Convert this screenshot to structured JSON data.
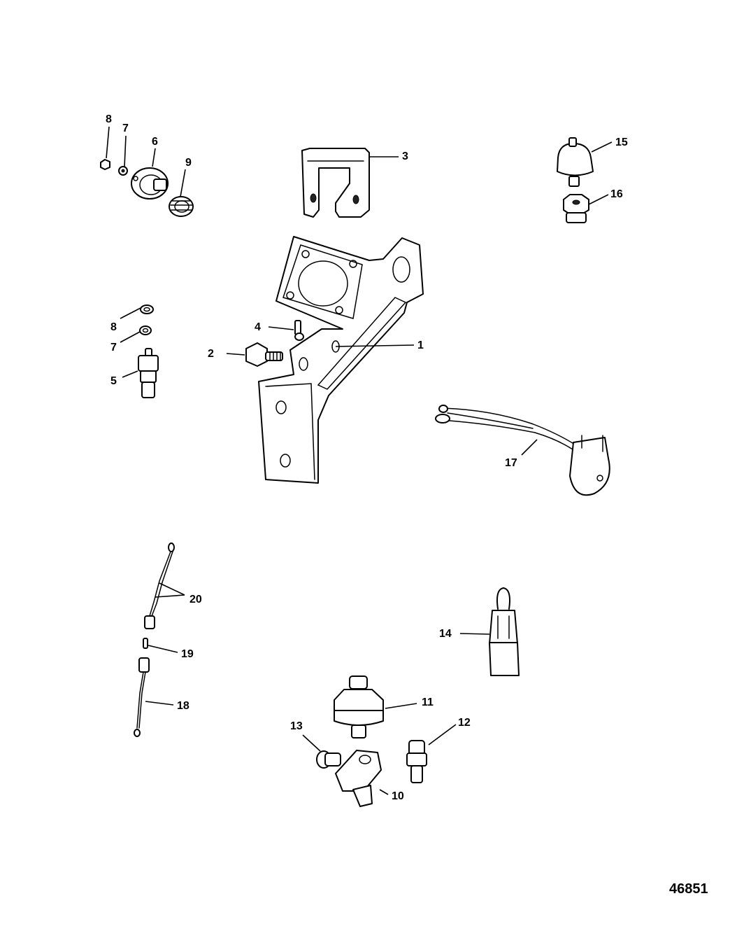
{
  "diagram": {
    "drawing_number": "46851",
    "callouts": {
      "c1": "1",
      "c2": "2",
      "c3": "3",
      "c4": "4",
      "c5": "5",
      "c6": "6",
      "c7a": "7",
      "c7b": "7",
      "c8a": "8",
      "c8b": "8",
      "c9": "9",
      "c10": "10",
      "c11": "11",
      "c12": "12",
      "c13": "13",
      "c14": "14",
      "c15": "15",
      "c16": "16",
      "c17": "17",
      "c18": "18",
      "c19": "19",
      "c20": "20"
    }
  }
}
